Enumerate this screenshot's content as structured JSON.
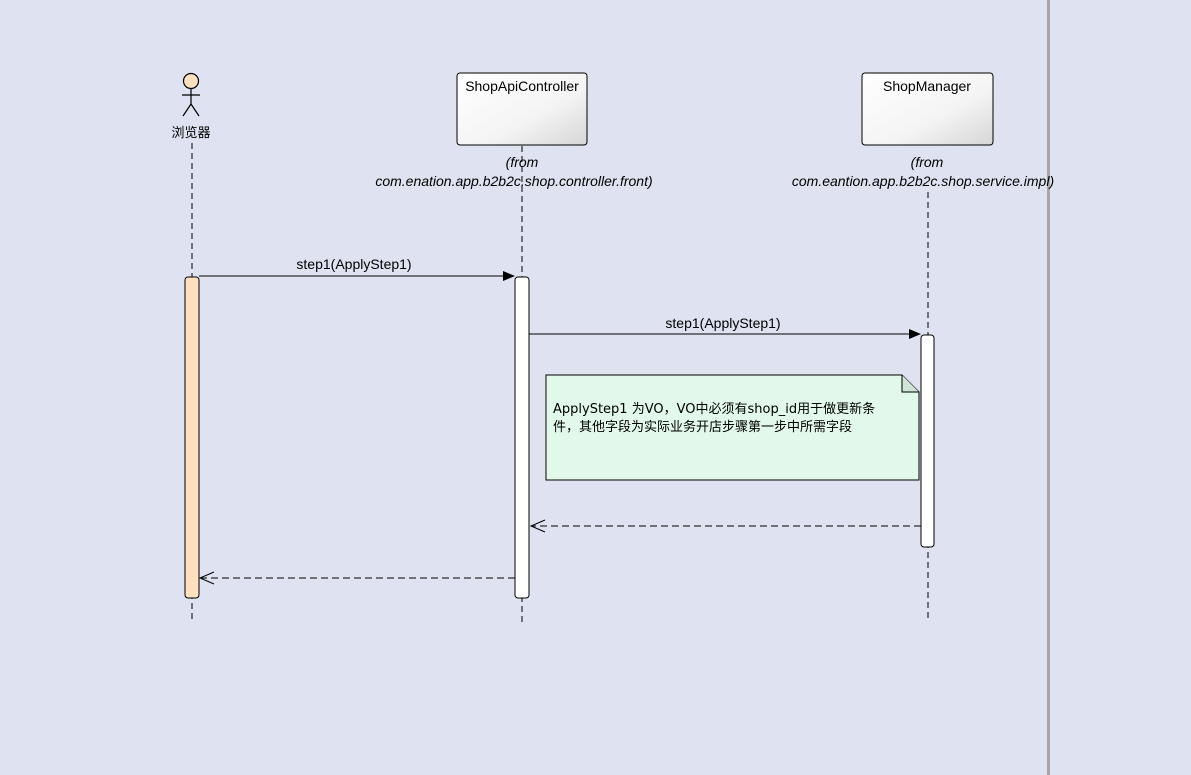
{
  "diagram": {
    "actor": {
      "label": "浏览器",
      "icon": "stick-figure-actor-icon"
    },
    "lifelines": [
      {
        "id": "controller",
        "title": "ShopApiController",
        "from_line1": "(from",
        "from_line2": "com.enation.app.b2b2c.shop.controller.front)"
      },
      {
        "id": "manager",
        "title": "ShopManager",
        "from_line1": "(from",
        "from_line2": "com.eantion.app.b2b2c.shop.service.impl)"
      }
    ],
    "messages": [
      {
        "label": "step1(ApplyStep1)",
        "from": "actor",
        "to": "controller",
        "kind": "sync"
      },
      {
        "label": "step1(ApplyStep1)",
        "from": "controller",
        "to": "manager",
        "kind": "sync"
      },
      {
        "label": "",
        "from": "manager",
        "to": "controller",
        "kind": "return"
      },
      {
        "label": "",
        "from": "controller",
        "to": "actor",
        "kind": "return"
      }
    ],
    "note": {
      "line1": "ApplyStep1 为VO，VO中必须有shop_id用于做更新条",
      "line2": "件，其他字段为实际业务开店步骤第一步中所需字段"
    },
    "colors": {
      "background": "#dfe3f1",
      "actor_activation": "#fde0c0",
      "activation": "#ffffff",
      "note_fill": "#e2f8ea",
      "line": "#000000"
    }
  }
}
